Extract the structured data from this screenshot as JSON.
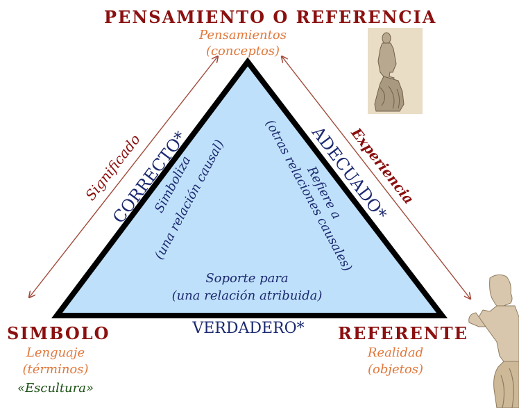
{
  "colors": {
    "dark_red": "#8b1010",
    "salmon": "#e0783c",
    "navy": "#1c2a70",
    "triangle_fill": "#bfe0fa",
    "arrow_brown": "#a14a3a",
    "green": "#1d5216"
  },
  "top": {
    "title": "PENSAMIENTO O REFERENCIA",
    "sub1": "Pensamientos",
    "sub2": "(conceptos)"
  },
  "left": {
    "title": "SIMBOLO",
    "sub1": "Lenguaje",
    "sub2": "(términos)",
    "sub3": "«Escultura»"
  },
  "right": {
    "title": "REFERENTE",
    "sub1": "Realidad",
    "sub2": "(objetos)"
  },
  "edges": {
    "left_outer": "Significado",
    "right_outer": "Experiencia",
    "left_inner": "CORRECTO*",
    "right_inner": "ADECUADO*",
    "bottom": "VERDADERO*"
  },
  "inner": {
    "left_line1": "Simboliza",
    "left_line2": "(una relación causal)",
    "right_line1": "Refiere a",
    "right_line2": "(otras relaciones causales)",
    "bottom_line1": "Soporte para",
    "bottom_line2": "(una relación atribuida)"
  },
  "images": {
    "small": "venus-statue-drawing",
    "large": "venus-statue-photo"
  }
}
